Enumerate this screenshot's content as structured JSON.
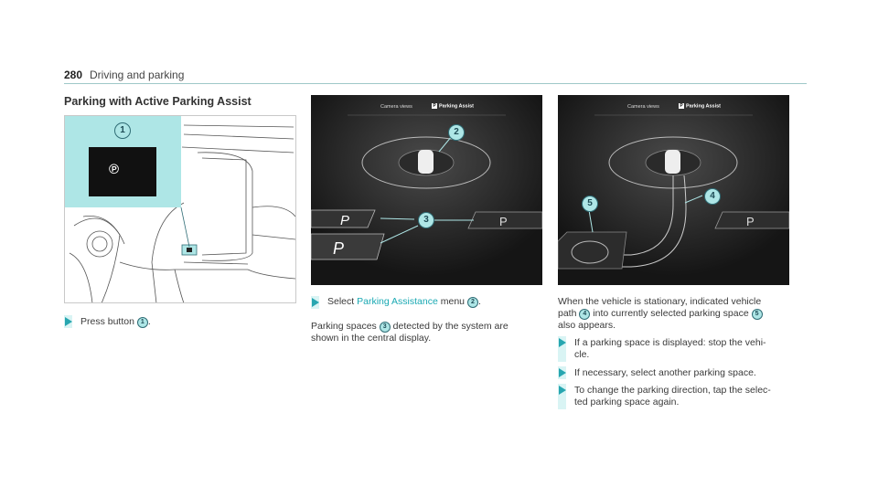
{
  "header": {
    "page_number": "280",
    "chapter": "Driving and parking"
  },
  "section_title": "Parking with Active Parking Assist",
  "figure1": {
    "callouts": [
      "1"
    ]
  },
  "figure2": {
    "tab_camera": "Camera views",
    "tab_parking": "Parking Assist",
    "callouts": [
      "2",
      "3"
    ]
  },
  "figure3": {
    "tab_camera": "Camera views",
    "tab_parking": "Parking Assist",
    "callouts": [
      "4",
      "5"
    ]
  },
  "col1": {
    "step1_prefix": "Press button ",
    "step1_num": "1",
    "step1_suffix": "."
  },
  "col2": {
    "step_prefix": "Select ",
    "step_link": "Parking Assistance",
    "step_mid": " menu ",
    "step_num": "2",
    "step_suffix": ".",
    "para_prefix": "Parking spaces ",
    "para_num": "3",
    "para_line1_rest": " detected by the system are",
    "para_line2": "shown in the central display."
  },
  "col3": {
    "para_line1": "When the vehicle is stationary, indicated vehicle",
    "para_line2_prefix": "path ",
    "para_line2_num": "4",
    "para_line2_mid": " into currently selected parking space ",
    "para_line2_num2": "5",
    "para_line3": "also appears.",
    "step1_line1": "If a parking space is displayed: stop the vehi-",
    "step1_line2": "cle.",
    "step2": "If necessary, select another parking space.",
    "step3_line1": "To change the parking direction, tap the selec-",
    "step3_line2": "ted parking space again."
  },
  "colors": {
    "accent": "#27a6b0",
    "callout_fill": "#aee6e6",
    "bar": "#d9f4f4"
  }
}
